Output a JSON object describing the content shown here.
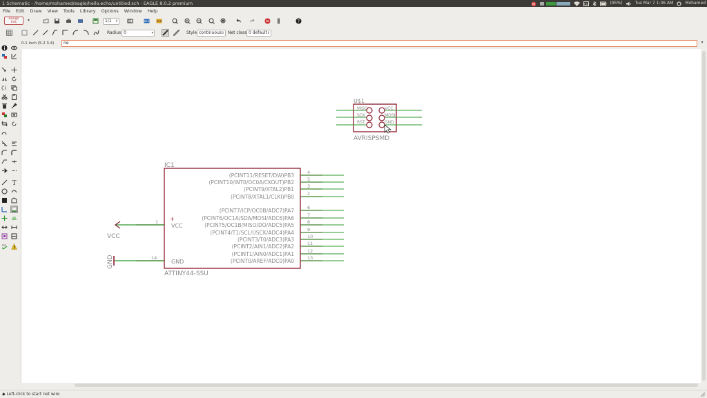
{
  "window": {
    "title": "1 Schematic - /home/mohamed/eagle/hello.echo/untitled.sch - EAGLE 8.0.2 premium"
  },
  "system_tray": {
    "battery": "(95%)",
    "clock": "Tue Mar 7  1:36 AM",
    "user": "Mohamed"
  },
  "menu": {
    "items": [
      "File",
      "Edit",
      "Draw",
      "View",
      "Tools",
      "Library",
      "Options",
      "Window",
      "Help"
    ]
  },
  "toolbar": {
    "logo_text": "design\nlink",
    "sheet_value": "1/1",
    "radius_label": "Radius:",
    "radius_value": "0",
    "style_label": "Style:",
    "style_value": "continuous",
    "netclass_label": "Net class:",
    "netclass_value": "0 default"
  },
  "command": {
    "coordinates": "0.1 inch (5.2 3.4)",
    "input_value": "ne"
  },
  "status": {
    "message": "Left-click to start net wire"
  },
  "colors": {
    "part_outline": "#8b1a2b",
    "net_green": "#2c9a2c",
    "text_gray": "#8a8a8a",
    "command_border": "#e28b63"
  },
  "schematic": {
    "ic1": {
      "name": "IC1",
      "value": "ATTINY44-SSU",
      "left_pins": [
        {
          "number": "1",
          "name": "VCC",
          "mark": "+"
        },
        {
          "number": "14",
          "name": "GND"
        }
      ],
      "right_pins": [
        {
          "number": "4",
          "name": "(PCINT11/RESET/DW)PB3"
        },
        {
          "number": "5",
          "name": "(PCINT10/INT0/OC0A/CKOUT)PB2"
        },
        {
          "number": "3",
          "name": "(PCINT9/XTAL2)PB1"
        },
        {
          "number": "2",
          "name": "(PCINT8/XTAL1/CLKI)PB0"
        },
        {
          "number": "6",
          "name": "(PCINT7/ICP/OC0B/ADC7)PA7"
        },
        {
          "number": "7",
          "name": "(PCINT6/OC1A/SDA/MOSI/ADC6)PA6"
        },
        {
          "number": "8",
          "name": "(PCINT5/OC1B/MISO/DO/ADC5)PA5"
        },
        {
          "number": "9",
          "name": "(PCINT4/T1/SCL/USCK/ADC4)PA4"
        },
        {
          "number": "10",
          "name": "(PCINT3/T0/ADC3)PA3"
        },
        {
          "number": "11",
          "name": "(PCINT2/AIN1/ADC2)PA2"
        },
        {
          "number": "12",
          "name": "(PCINT1/AIN0/ADC1)PA1"
        },
        {
          "number": "13",
          "name": "(PCINT0/AREF/ADC0)PA0"
        }
      ]
    },
    "us1": {
      "name": "U$1",
      "value": "AVRISPSMD",
      "left_pins": [
        "MISO",
        "SCK",
        "RST"
      ],
      "right_pins": [
        "VCC",
        "MOSI",
        "GND"
      ]
    },
    "supply_vcc": "VCC",
    "supply_gnd": "GND"
  }
}
